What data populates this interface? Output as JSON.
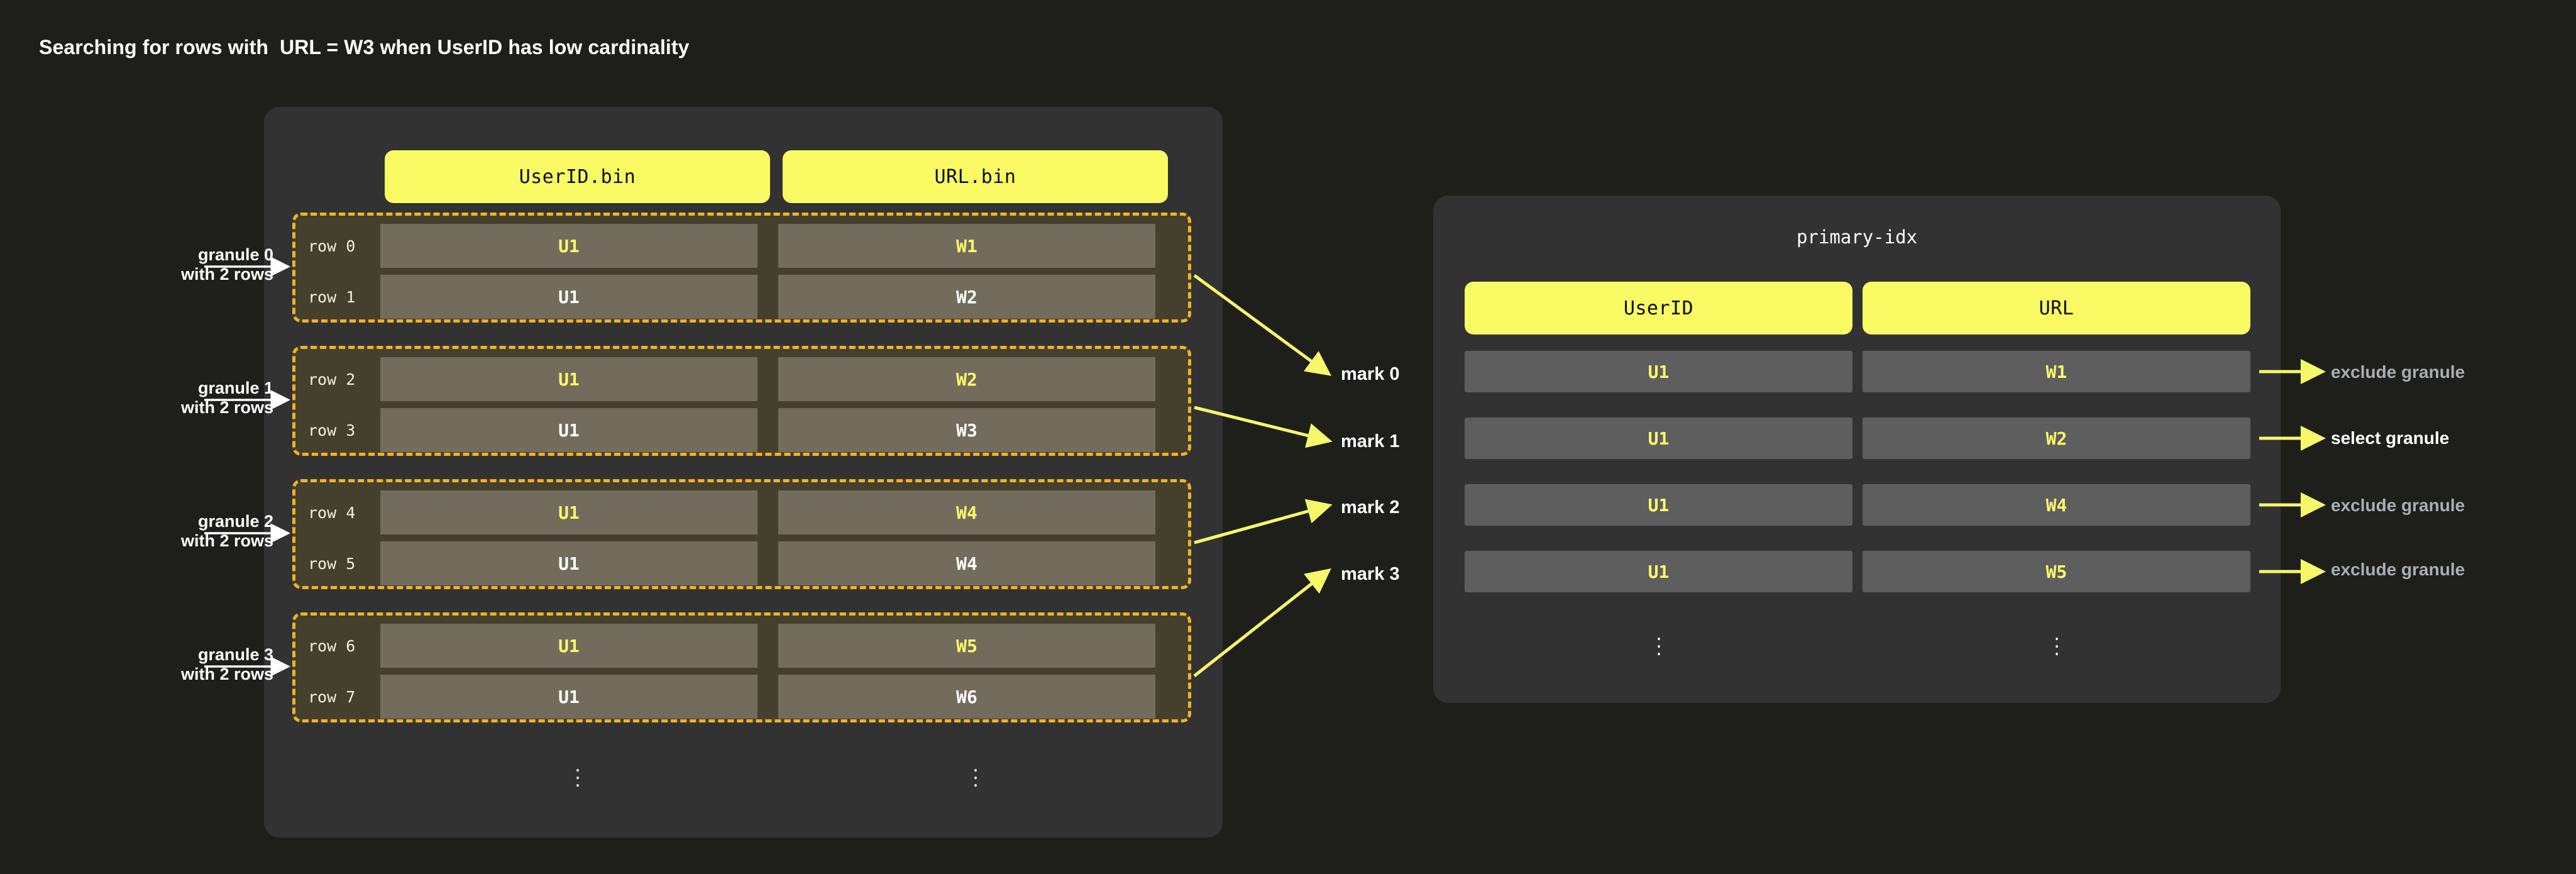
{
  "title": "Searching for rows with  URL = W3 when UserID has low cardinality",
  "data_part": {
    "columns": [
      {
        "name": "UserID.bin"
      },
      {
        "name": "URL.bin"
      }
    ],
    "ellipsis": "⋮",
    "granules": [
      {
        "note_line1": "granule 0",
        "note_line2": "with 2 rows",
        "rows": [
          {
            "label": "row 0",
            "userid": "U1",
            "url": "W1",
            "highlight": true
          },
          {
            "label": "row 1",
            "userid": "U1",
            "url": "W2",
            "highlight": false
          }
        ]
      },
      {
        "note_line1": "granule 1",
        "note_line2": "with 2 rows",
        "rows": [
          {
            "label": "row 2",
            "userid": "U1",
            "url": "W2",
            "highlight": true
          },
          {
            "label": "row 3",
            "userid": "U1",
            "url": "W3",
            "highlight": false
          }
        ]
      },
      {
        "note_line1": "granule 2",
        "note_line2": "with 2 rows",
        "rows": [
          {
            "label": "row 4",
            "userid": "U1",
            "url": "W4",
            "highlight": true
          },
          {
            "label": "row 5",
            "userid": "U1",
            "url": "W4",
            "highlight": false
          }
        ]
      },
      {
        "note_line1": "granule 3",
        "note_line2": "with 2 rows",
        "rows": [
          {
            "label": "row 6",
            "userid": "U1",
            "url": "W5",
            "highlight": true
          },
          {
            "label": "row 7",
            "userid": "U1",
            "url": "W6",
            "highlight": false
          }
        ]
      }
    ]
  },
  "marks": [
    {
      "label": "mark 0"
    },
    {
      "label": "mark 1"
    },
    {
      "label": "mark 2"
    },
    {
      "label": "mark 3"
    }
  ],
  "index_part": {
    "title": "primary-idx",
    "columns": [
      {
        "name": "UserID"
      },
      {
        "name": "URL"
      }
    ],
    "ellipsis": "⋮",
    "rows": [
      {
        "userid": "U1",
        "url": "W1",
        "decision": "exclude granule",
        "selected": false
      },
      {
        "userid": "U1",
        "url": "W2",
        "decision": "select granule",
        "selected": true
      },
      {
        "userid": "U1",
        "url": "W4",
        "decision": "exclude granule",
        "selected": false
      },
      {
        "userid": "U1",
        "url": "W5",
        "decision": "exclude granule",
        "selected": false
      }
    ]
  },
  "colors": {
    "page_background": "#1e1f1b",
    "panel_background": "#323232",
    "accent_yellow": "#fafa64",
    "granule_border": "#f0b323",
    "granule_fill": "#453f2e",
    "data_cell": "#736c5c",
    "index_cell": "#5e5e5e",
    "arrow_yellow": "#f7f76a",
    "arrow_white": "#ffffff",
    "muted_text": "#a9adb4"
  }
}
